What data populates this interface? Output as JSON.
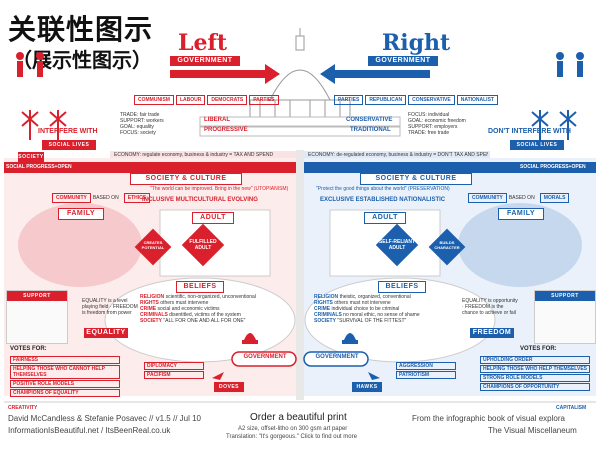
{
  "page": {
    "title_cn": "关联性图示",
    "subtitle_cn": "（展示性图示）"
  },
  "header": {
    "left_title": "Left",
    "right_title": "Right",
    "left_gov": "GOVERNMENT",
    "right_gov": "GOVERNMENT",
    "left_pills": [
      "COMMUNISM",
      "LABOUR",
      "DEMOCRATS",
      "PARTIES"
    ],
    "right_pills": [
      "PARTIES",
      "REPUBLICAN",
      "CONSERVATIVE",
      "NATIONALIST"
    ]
  },
  "top_bars": {
    "liberal": "LIBERAL",
    "conservative": "CONSERVATIVE",
    "progressive": "PROGRESSIVE",
    "traditional": "TRADITIONAL",
    "trade_left": "TRADE: fair trade",
    "support_left": "SUPPORT: workers",
    "goal_left": "GOAL: equality",
    "focus_left": "FOCUS: society",
    "focus_right": "FOCUS: individual",
    "goal_right": "GOAL: economic freedom",
    "support_right": "SUPPORT: employers",
    "trade_right": "TRADE: free trade",
    "economy_left": "ECONOMY: regulate economy, business & industry = TAX AND SPEND",
    "economy_right": "ECONOMY: de-regulated economy, business & industry = DON'T TAX AND SPEND"
  },
  "interfere": {
    "left": "INTERFERE WITH",
    "left_sub": "SOCIAL LIVES",
    "right": "DON'T INTERFERE WITH",
    "right_sub": "SOCIAL LIVES",
    "left_society": "SOCIETY"
  },
  "society": {
    "left_bar": "SOCIAL PROGRESS+OPEN",
    "right_bar": "SOCIAL PROGRESS+OPEN",
    "title": "SOCIETY & CULTURE",
    "left_community": "COMMUNITY",
    "left_based": "BASED ON",
    "left_ethics": "ETHICS",
    "right_community": "COMMUNITY",
    "right_based": "BASED ON",
    "right_morals": "MORALS",
    "left_quote": "\"The world can be improved. Bring in the new\" (UTOPIANISM)",
    "right_quote": "\"Protect the good things about the world\" (PRESERVATION)",
    "left_inclusive": "INCLUSIVE MULTICULTURAL EVOLVING",
    "right_exclusive": "EXCLUSIVE ESTABLISHED NATIONALISTIC"
  },
  "family": {
    "left": "FAMILY",
    "right": "FAMILY",
    "left_adult": "ADULT",
    "right_adult": "ADULT",
    "left_child": "CREATES POTENTIAL",
    "left_fulfilled": "FULFILLED ADULT",
    "right_child": "BUILDS CHARACTER",
    "right_selfreliant": "SELF-RELIANT ADULT"
  },
  "beliefs": {
    "left_title": "BELIEFS",
    "right_title": "BELIEFS",
    "left_items": [
      {
        "k": "RELIGION",
        "v": "scientific, non-organized, unconventional"
      },
      {
        "k": "RIGHTS",
        "v": "others must intervene"
      },
      {
        "k": "CRIME",
        "v": "social and economic victims"
      },
      {
        "k": "CRIMINALS",
        "v": "disentitled, victims of the system"
      },
      {
        "k": "SOCIETY",
        "v": "\"ALL FOR ONE AND ALL FOR ONE\""
      }
    ],
    "right_items": [
      {
        "k": "RELIGION",
        "v": "theistic, organized, conventional"
      },
      {
        "k": "RIGHTS",
        "v": "others must not intervene"
      },
      {
        "k": "CRIME",
        "v": "individual choice to be criminal"
      },
      {
        "k": "CRIMINALS",
        "v": "no moral ethic, no sense of shame"
      },
      {
        "k": "SOCIETY",
        "v": "\"SURVIVAL OF THE FITTEST\""
      }
    ],
    "left_equality": "EQUALITY",
    "right_freedom": "FREEDOM",
    "left_eq_text": "EQUALITY is a level playing field · FREEDOM is freedom from power",
    "right_fr_text": "EQUALITY is opportunity · FREEDOM is the chance to achieve or fail"
  },
  "support": {
    "left_title": "SUPPORT",
    "right_title": "SUPPORT"
  },
  "votes": {
    "left_title": "VOTES FOR:",
    "right_title": "VOTES FOR:",
    "left_items": [
      "FAIRNESS",
      "HELPING THOSE WHO CANNOT HELP THEMSELVES",
      "POSITIVE ROLE MODELS",
      "CHAMPIONS OF EQUALITY"
    ],
    "right_items": [
      "UPHOLDING ORDER",
      "HELPING THOSE WHO HELP THEMSELVES",
      "STRONG ROLE MODELS",
      "CHAMPIONS OF OPPORTUNITY"
    ],
    "left_mid": [
      "DIPLOMACY",
      "PACIFISM"
    ],
    "right_mid": [
      "AGGRESSION",
      "PATRIOTISM"
    ],
    "doves": "DOVES",
    "hawks": "HAWKS",
    "left_gov": "GOVERNMENT",
    "right_gov": "GOVERNMENT"
  },
  "footer": {
    "left_label": "CREATIVITY",
    "credit1": "David McCandless & Stefanie Posavec // v1.5 // Jul 10",
    "credit2": "InformationIsBeautiful.net / ItsBeenReal.co.uk",
    "center_title": "Order a beautiful print",
    "center_sub1": "A2 size, offset-litho on 300 gsm art paper",
    "center_sub2": "Translation: \"It's gorgeous.\" Click to find out more",
    "right_label": "CAPITALISM",
    "right1": "From the infographic  book of visual explora",
    "right2": "The Visual Miscellaneum"
  },
  "colors": {
    "left": "#d9202c",
    "right": "#1b5fad",
    "left_soft": "#f7d7d8",
    "right_soft": "#d7e4f4"
  }
}
